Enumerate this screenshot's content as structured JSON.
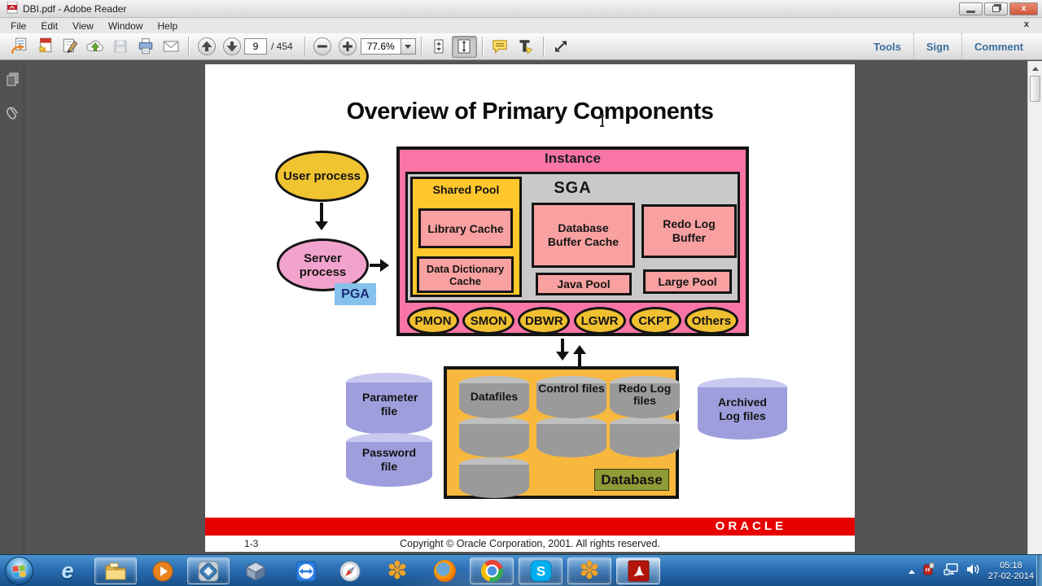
{
  "window": {
    "title": "DBI.pdf - Adobe Reader",
    "menus": [
      "File",
      "Edit",
      "View",
      "Window",
      "Help"
    ]
  },
  "toolbar": {
    "page_current": "9",
    "page_total": "/ 454",
    "zoom_value": "77.6%",
    "tools_label": "Tools",
    "sign_label": "Sign",
    "comment_label": "Comment"
  },
  "slide": {
    "title": "Overview of Primary Components",
    "user_process": "User process",
    "server_process": "Server process",
    "pga": "PGA",
    "instance": "Instance",
    "sga": "SGA",
    "shared_pool": "Shared Pool",
    "library_cache": "Library Cache",
    "data_dictionary_cache": "Data Dictionary Cache",
    "database_buffer_cache": "Database Buffer Cache",
    "redo_log_buffer": "Redo Log Buffer",
    "java_pool": "Java Pool",
    "large_pool": "Large Pool",
    "processes": [
      "PMON",
      "SMON",
      "DBWR",
      "LGWR",
      "CKPT",
      "Others"
    ],
    "parameter_file": "Parameter file",
    "password_file": "Password file",
    "archived_log_files": "Archived Log files",
    "datafiles": "Datafiles",
    "control_files": "Control files",
    "redo_log_files": "Redo Log files",
    "database": "Database",
    "oracle_logo": "ORACLE",
    "page_number": "1-3",
    "copyright": "Copyright © Oracle Corporation, 2001. All rights reserved."
  },
  "taskbar": {
    "tray": {
      "time": "05:18",
      "date": "27-02-2014"
    }
  },
  "colors": {
    "instance_pink": "#f875a5",
    "inner_salmon": "#f9a1a1",
    "shared_pool_yellow": "#ffc72c",
    "sga_gray": "#c9c9c9",
    "process_gold": "#f0c030",
    "database_orange": "#f8b83d",
    "cylinder_purple": "#9e9edd",
    "cylinder_gray": "#9a9a9a",
    "oracle_red": "#e60000",
    "pga_blue": "#85c1ea",
    "taskbar_blue": "#2a6db3",
    "accent_link_blue": "#3b6e9e"
  }
}
